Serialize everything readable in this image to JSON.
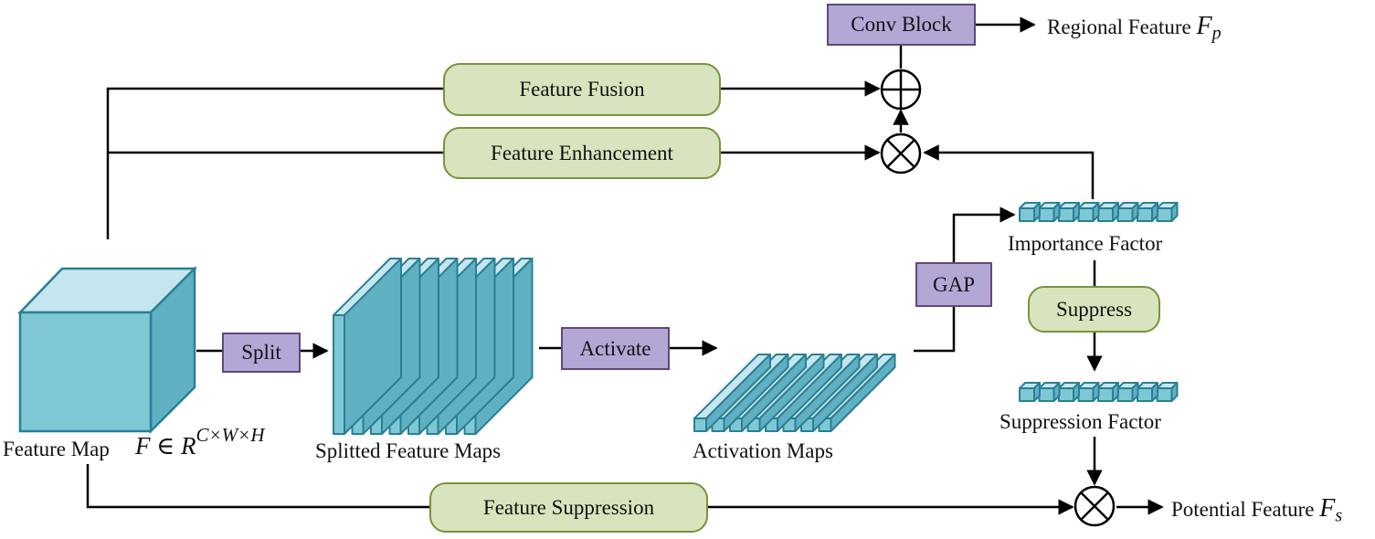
{
  "nodes": {
    "conv_block": "Conv Block",
    "feature_fusion": "Feature Fusion",
    "feature_enhancement": "Feature Enhancement",
    "split": "Split",
    "activate": "Activate",
    "gap": "GAP",
    "suppress": "Suppress",
    "feature_suppression": "Feature Suppression"
  },
  "labels": {
    "regional_feature": "Regional Feature",
    "regional_symbol": "F",
    "regional_sub": "p",
    "feature_map": "Feature Map",
    "feature_map_formula": "F ∈ R",
    "feature_map_dims": "C×W×H",
    "splitted_feature_maps": "Splitted Feature Maps",
    "activation_maps": "Activation Maps",
    "importance_factor": "Importance Factor",
    "suppression_factor": "Suppression Factor",
    "potential_feature": "Potential Feature",
    "potential_symbol": "F",
    "potential_sub": "s"
  },
  "operators": {
    "add": "⊕",
    "multiply": "⊗"
  },
  "colors": {
    "green_fill": "#d7e4bd",
    "green_border": "#77933c",
    "purple_fill": "#b4a7d6",
    "purple_border": "#5f497a",
    "cube_front": "#7ec8d6",
    "cube_top": "#c5e6ee",
    "cube_side": "#5fb0c2",
    "cube_stroke": "#2a7f93"
  }
}
